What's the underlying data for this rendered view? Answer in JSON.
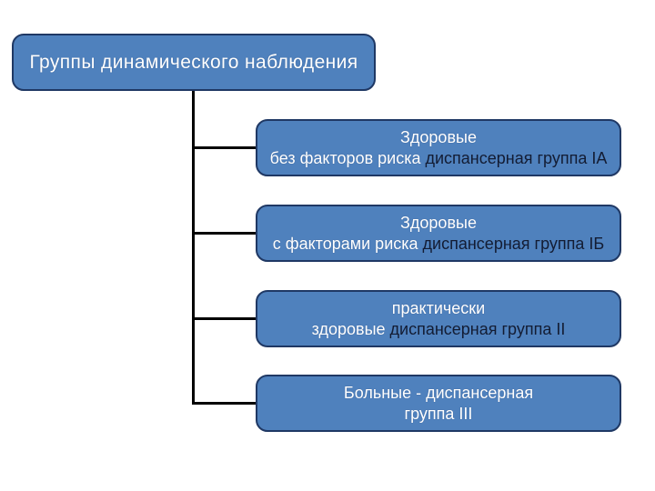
{
  "diagram": {
    "title": "Группы динамического наблюдения",
    "colors": {
      "page_bg": "#ffffff",
      "box_fill": "#4f81bd",
      "box_border": "#1f3864",
      "connector": "#000000",
      "text_light": "#ffffff",
      "text_dark": "#131c33"
    },
    "boxes": [
      {
        "line1": "Здоровые",
        "line2_light": "без факторов риска ",
        "line2_dark": "диспансерная группа IА"
      },
      {
        "line1": "Здоровые",
        "line2_light": "с факторами риска ",
        "line2_dark": "диспансерная группа IБ"
      },
      {
        "line1": "практически",
        "line2_light": "здоровые ",
        "line2_dark": "диспансерная группа II"
      },
      {
        "line1": "Больные - диспансерная",
        "line2_light": "группа III",
        "line2_dark": ""
      }
    ]
  }
}
